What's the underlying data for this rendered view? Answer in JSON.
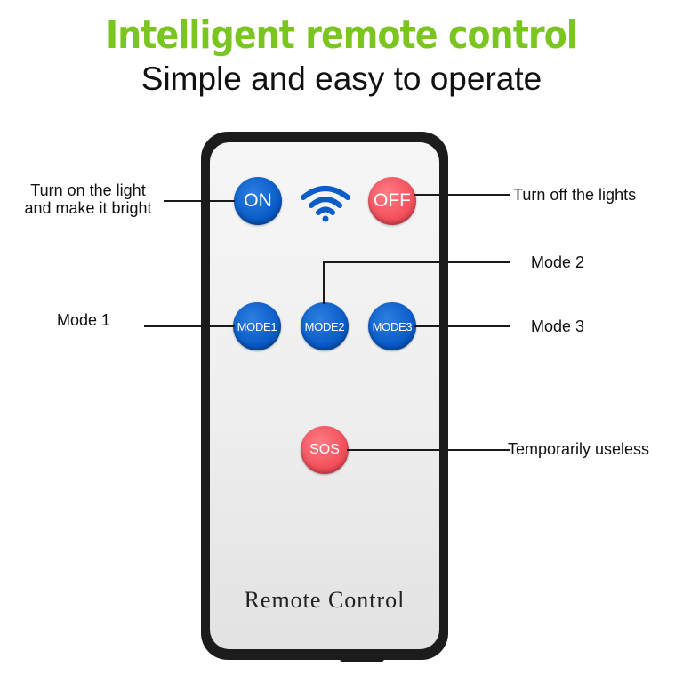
{
  "header": {
    "title": "Intelligent remote control",
    "subtitle": "Simple and easy to operate"
  },
  "colors": {
    "title_green": "#7ac51f",
    "button_blue": "#0a5cc8",
    "button_red": "#f3505c",
    "remote_body": "#1c1c1c"
  },
  "remote": {
    "brand_label": "Remote Control",
    "buttons": {
      "on": "ON",
      "off": "OFF",
      "mode1": "MODE1",
      "mode2": "MODE2",
      "mode3": "MODE3",
      "sos": "SOS"
    },
    "signal_icon": "wifi-signal-icon"
  },
  "callouts": {
    "on_line1": "Turn on the light",
    "on_line2": "and make it bright",
    "off": "Turn off the lights",
    "mode1": "Mode 1",
    "mode2": "Mode 2",
    "mode3": "Mode 3",
    "sos": "Temporarily useless"
  }
}
